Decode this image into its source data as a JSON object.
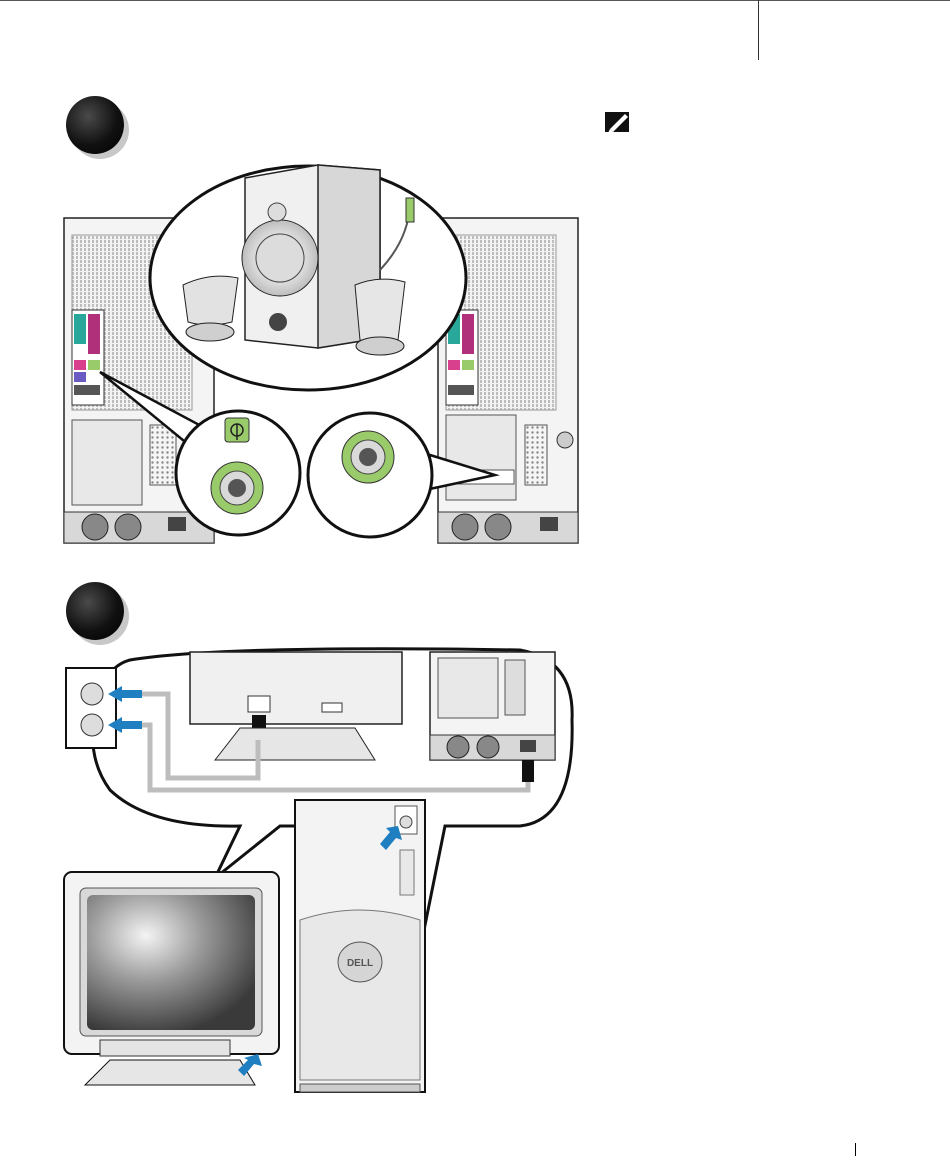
{
  "page": {
    "background": "#ffffff",
    "accent_arrow_color": "#1f7fc0",
    "audio_jack_color": "#9acb6a"
  },
  "steps": [
    {
      "id": "speakers",
      "icon": "speaker-connection-illustration"
    },
    {
      "id": "power",
      "icon": "power-connection-illustration"
    }
  ],
  "note": {
    "icon": "note-pencil-icon"
  },
  "illustration_labels": {
    "case_logo": "DELL"
  }
}
